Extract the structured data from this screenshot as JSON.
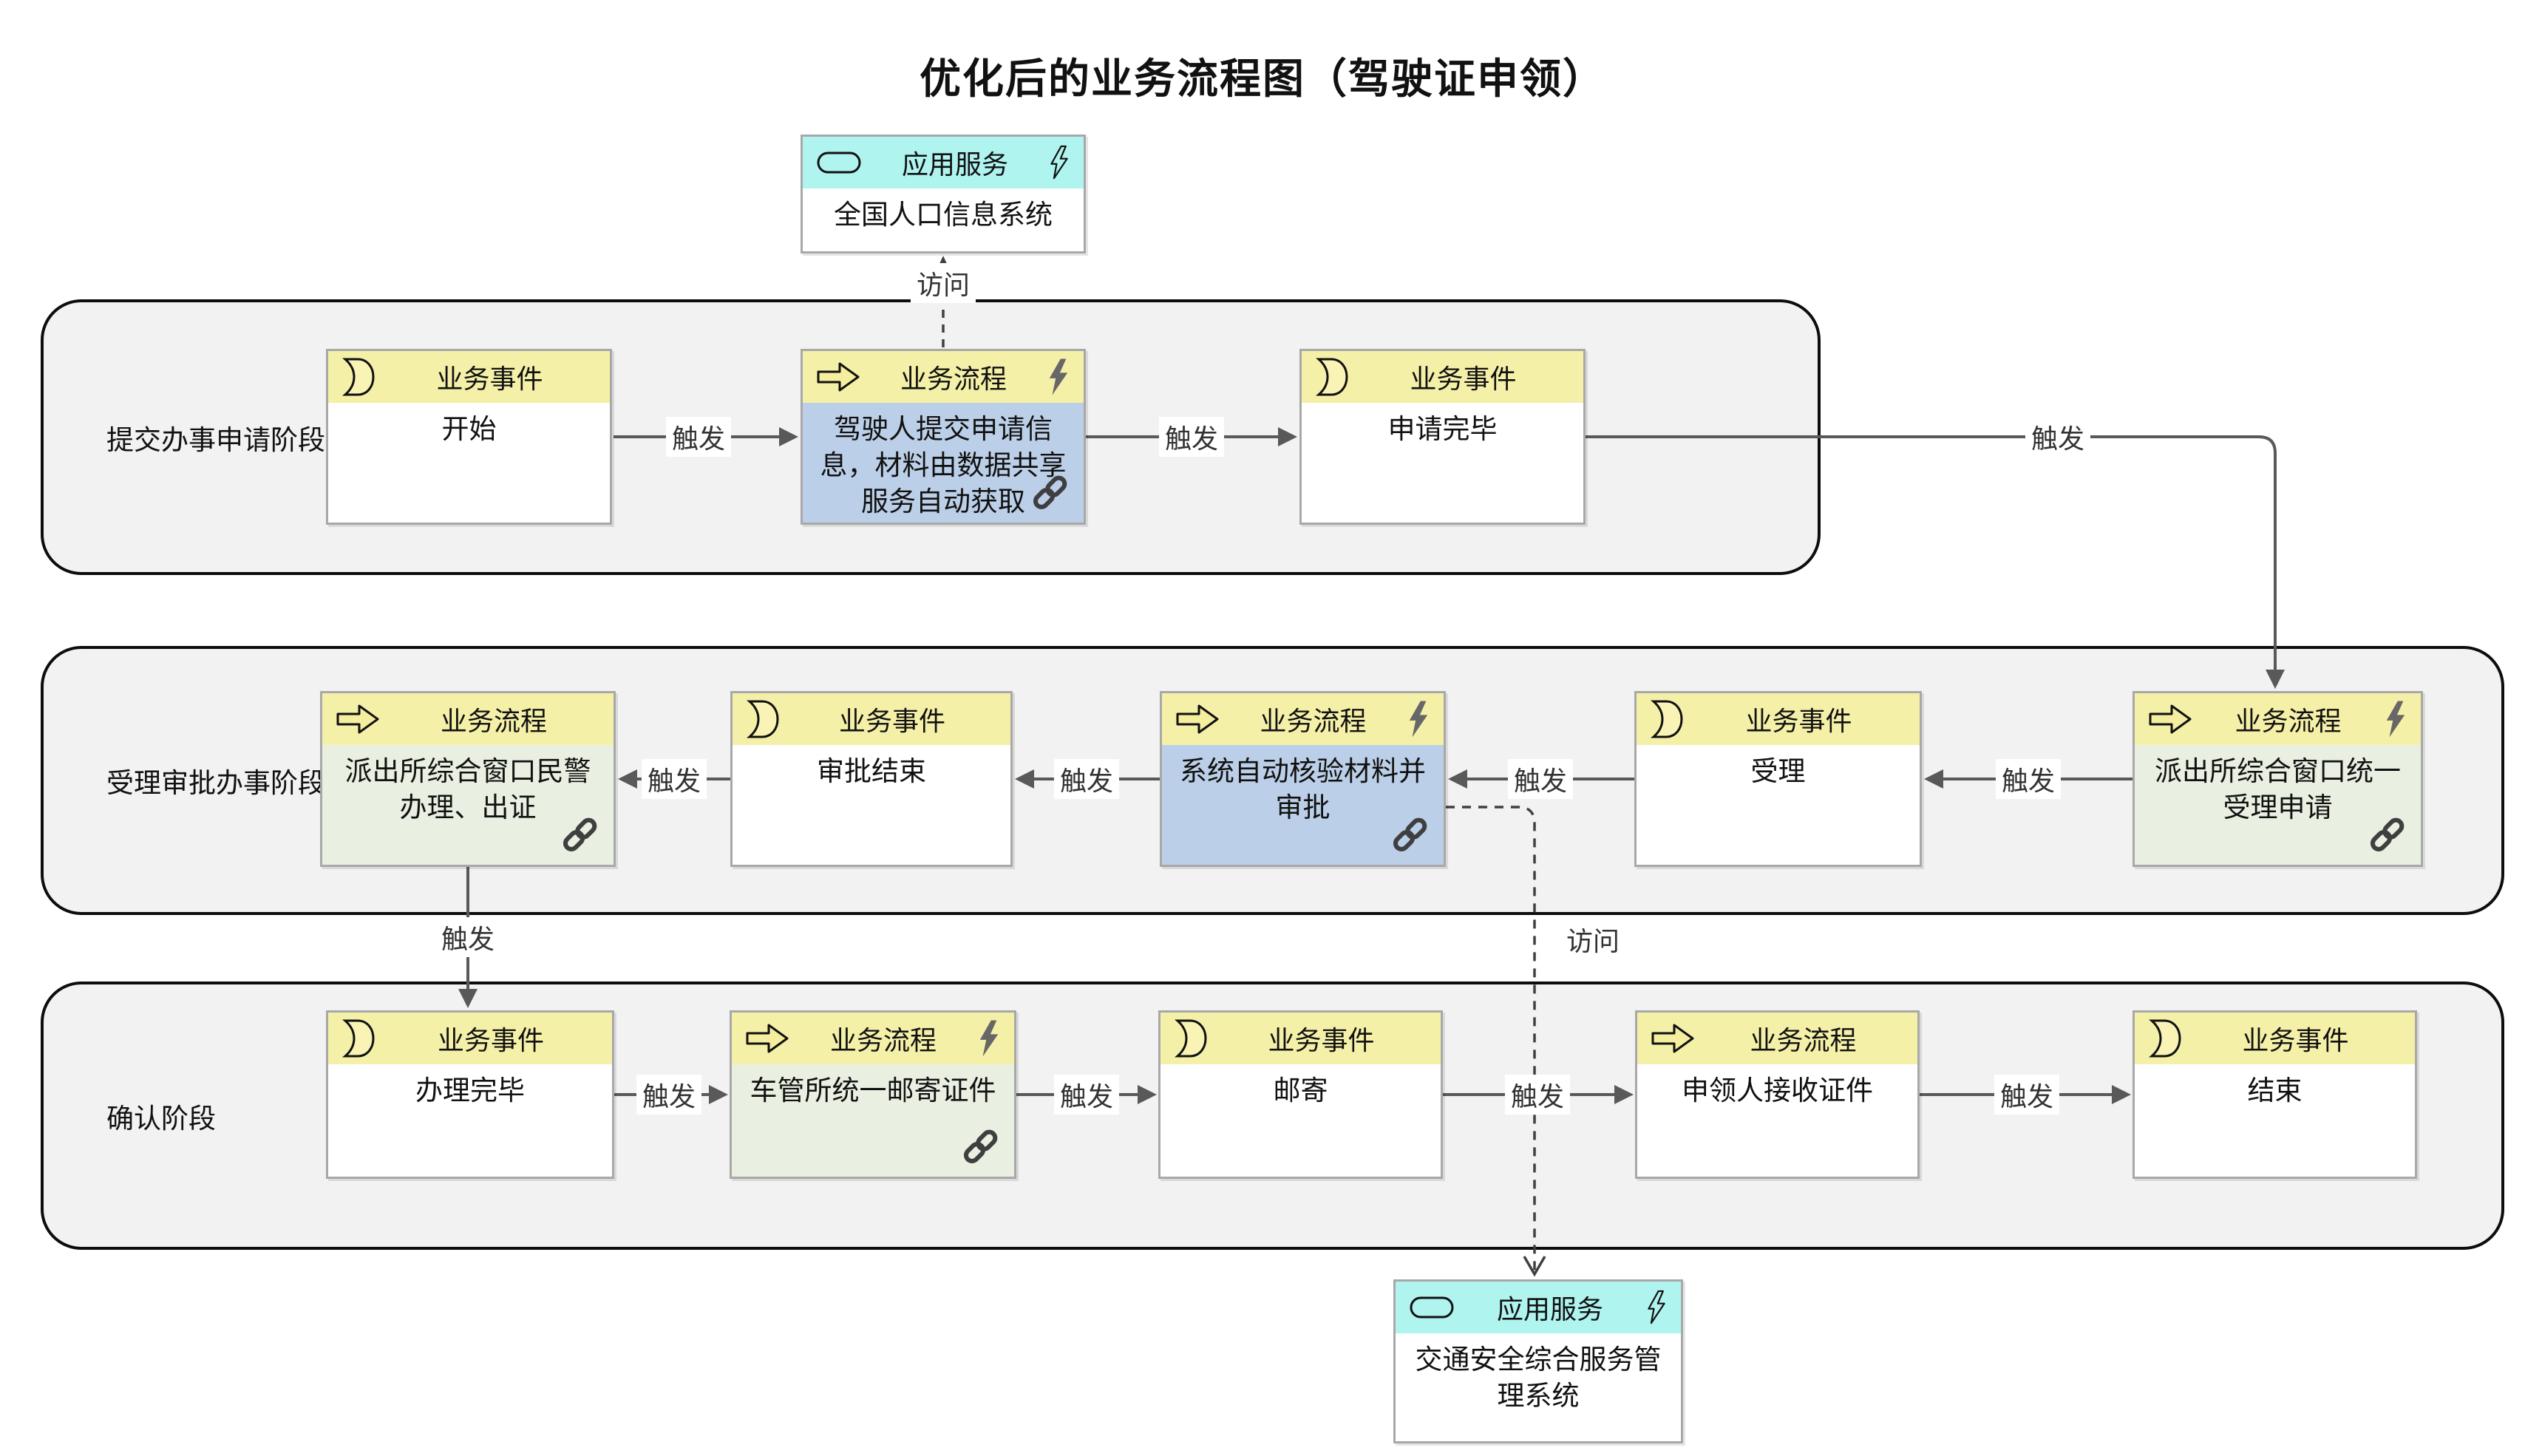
{
  "title": "优化后的业务流程图（驾驶证申领）",
  "connector_labels": {
    "trigger": "触发",
    "access": "访问"
  },
  "icons": {
    "business_event": "crescent-event-icon",
    "business_process": "arrow-process-icon",
    "application_service": "stadium-service-icon",
    "automation": "lightning-icon",
    "reference": "chain-link-icon"
  },
  "colors": {
    "header_yellow": "#F5F0A8",
    "header_cyan": "#B0F4F0",
    "body_blue": "#BCCFE8",
    "body_green": "#E9F0E1",
    "lane_gray": "#F2F2F2",
    "arrow_gray": "#595959"
  },
  "services": {
    "population": {
      "type_label": "应用服务",
      "name": "全国人口信息系统"
    },
    "traffic": {
      "type_label": "应用服务",
      "name": "交通安全综合服务管理系统"
    }
  },
  "lanes": [
    {
      "label": "提交办事申请阶段",
      "nodes": {
        "start": {
          "type_label": "业务事件",
          "name": "开始"
        },
        "submit": {
          "type_label": "业务流程",
          "name": "驾驶人提交申请信息，材料由数据共享服务自动获取"
        },
        "applied": {
          "type_label": "业务事件",
          "name": "申请完毕"
        }
      }
    },
    {
      "label": "受理审批办事阶段",
      "nodes": {
        "police_handle": {
          "type_label": "业务流程",
          "name": "派出所综合窗口民警办理、出证"
        },
        "approval_end": {
          "type_label": "业务事件",
          "name": "审批结束"
        },
        "auto_verify": {
          "type_label": "业务流程",
          "name": "系统自动核验材料并审批"
        },
        "accept": {
          "type_label": "业务事件",
          "name": "受理"
        },
        "unified_accept": {
          "type_label": "业务流程",
          "name": "派出所综合窗口统一受理申请"
        }
      }
    },
    {
      "label": "确认阶段",
      "nodes": {
        "done": {
          "type_label": "业务事件",
          "name": "办理完毕"
        },
        "mail": {
          "type_label": "业务流程",
          "name": "车管所统一邮寄证件"
        },
        "mailed": {
          "type_label": "业务事件",
          "name": "邮寄"
        },
        "receive": {
          "type_label": "业务流程",
          "name": "申领人接收证件"
        },
        "end": {
          "type_label": "业务事件",
          "name": "结束"
        }
      }
    }
  ]
}
